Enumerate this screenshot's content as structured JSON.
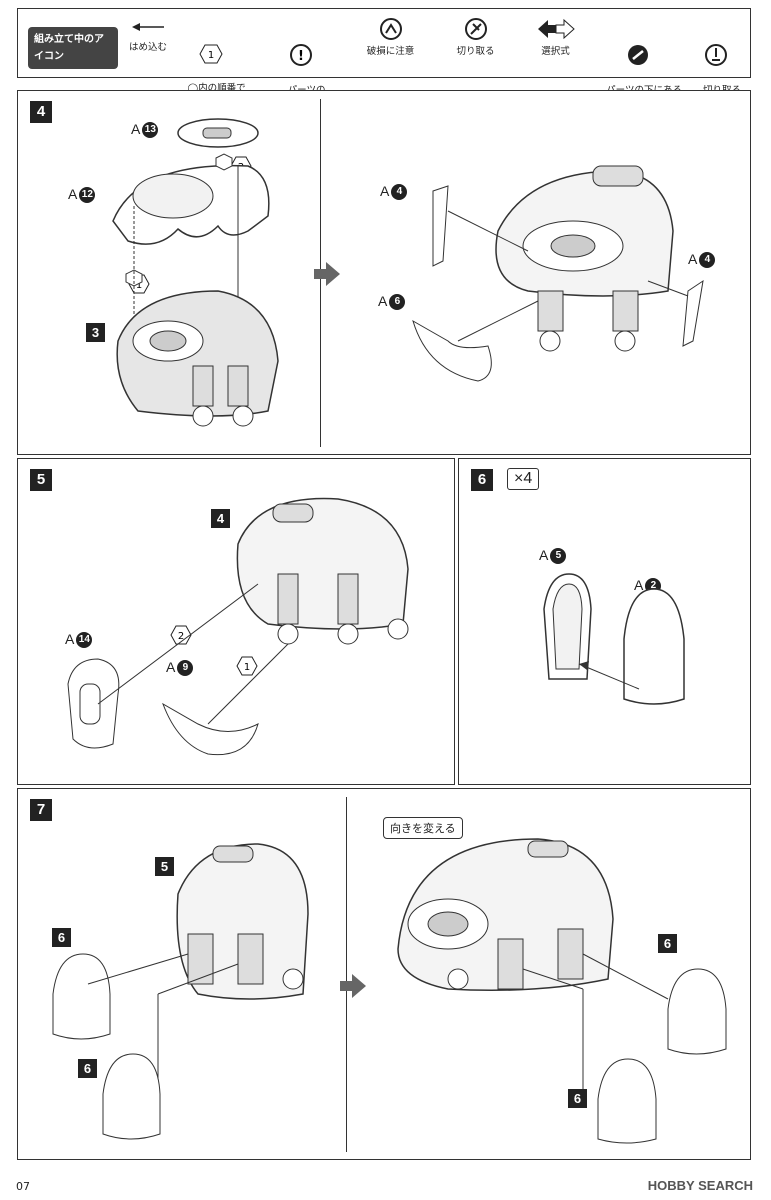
{
  "legend": {
    "title": "組み立て中のアイコン",
    "items": [
      {
        "icon": "arrow-left-icon",
        "label": "はめ込む"
      },
      {
        "icon": "hexagon-number-icon",
        "label": "◯内の順番で\n組み立てる"
      },
      {
        "icon": "exclamation-icon",
        "label": "パーツの\n向きに注意"
      },
      {
        "icon": "break-warning-icon",
        "label": "破損に注意"
      },
      {
        "icon": "cut-icon",
        "label": "切り取る"
      },
      {
        "icon": "choice-arrows-icon",
        "label": "選択式"
      },
      {
        "icon": "gate-cut-icon",
        "label": "パーツの下にある\nゲートを切り取る"
      },
      {
        "icon": "cut-position-icon",
        "label": "切り取る\n位置に注意"
      }
    ],
    "hex_symbol": "1"
  },
  "steps": {
    "s4": {
      "num": "4",
      "a13": "A",
      "a13n": "13",
      "a12": "A",
      "a12n": "12",
      "hex1": "1",
      "hex2": "2",
      "ref3": "3",
      "a4_left": "A",
      "a4_left_n": "4",
      "a4_right": "A",
      "a4_right_n": "4",
      "a6": "A",
      "a6n": "6"
    },
    "s5": {
      "num": "5",
      "ref4": "4",
      "a14": "A",
      "a14n": "14",
      "a9": "A",
      "a9n": "9",
      "hex1": "1",
      "hex2": "2"
    },
    "s6": {
      "num": "6",
      "times": "×4",
      "a5": "A",
      "a5n": "5",
      "a2": "A",
      "a2n": "2"
    },
    "s7": {
      "num": "7",
      "ref5": "5",
      "ref6a": "6",
      "ref6b": "6",
      "ref6c": "6",
      "ref6d": "6",
      "callout": "向きを変える"
    }
  },
  "footer": {
    "page": "07",
    "brand": "HOBBY SEARCH"
  }
}
